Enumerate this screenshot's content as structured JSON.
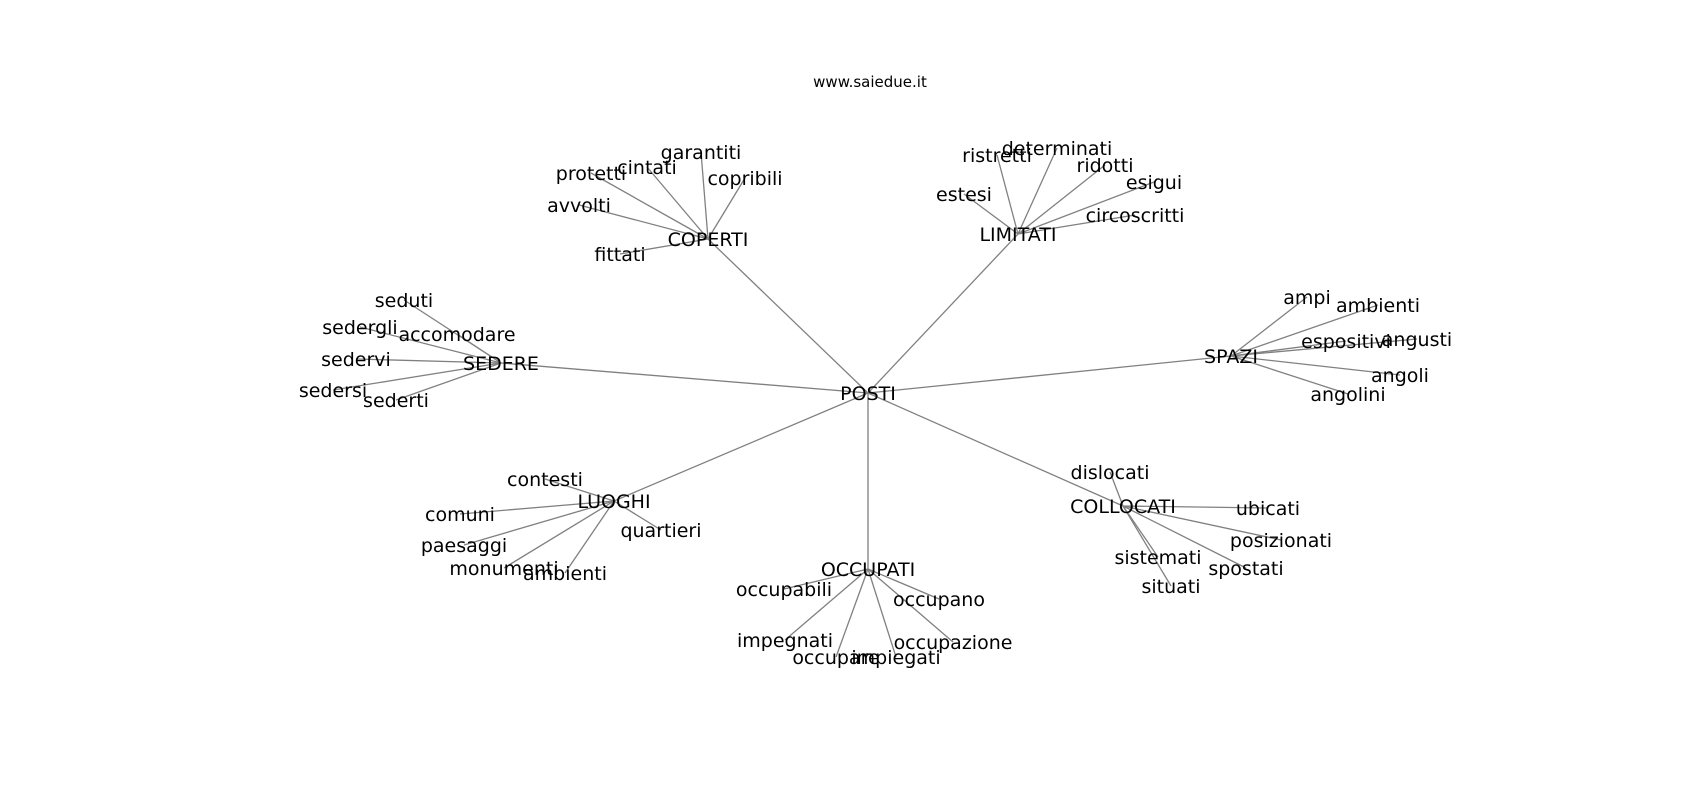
{
  "site_label": "www.saiedue.it",
  "root": "POSTI",
  "groups": [
    {
      "hub": "COPERTI",
      "words": [
        "garantiti",
        "cintati",
        "protetti",
        "copribili",
        "avvolti",
        "fittati"
      ]
    },
    {
      "hub": "LIMITATI",
      "words": [
        "determinati",
        "ristretti",
        "ridotti",
        "esigui",
        "estesi",
        "circoscritti"
      ]
    },
    {
      "hub": "SEDERE",
      "words": [
        "seduti",
        "sedergli",
        "accomodare",
        "sedervi",
        "sedersi",
        "sederti"
      ]
    },
    {
      "hub": "SPAZI",
      "words": [
        "ampi",
        "ambienti",
        "espositivi",
        "angusti",
        "angoli",
        "angolini"
      ]
    },
    {
      "hub": "LUOGHI",
      "words": [
        "contesti",
        "comuni",
        "quartieri",
        "paesaggi",
        "monumenti",
        "ambienti"
      ]
    },
    {
      "hub": "COLLOCATI",
      "words": [
        "dislocati",
        "ubicati",
        "posizionati",
        "sistemati",
        "spostati",
        "situati"
      ]
    },
    {
      "hub": "OCCUPATI",
      "words": [
        "occupabili",
        "occupano",
        "impegnati",
        "occupazione",
        "occupare",
        "impiegati"
      ]
    }
  ]
}
